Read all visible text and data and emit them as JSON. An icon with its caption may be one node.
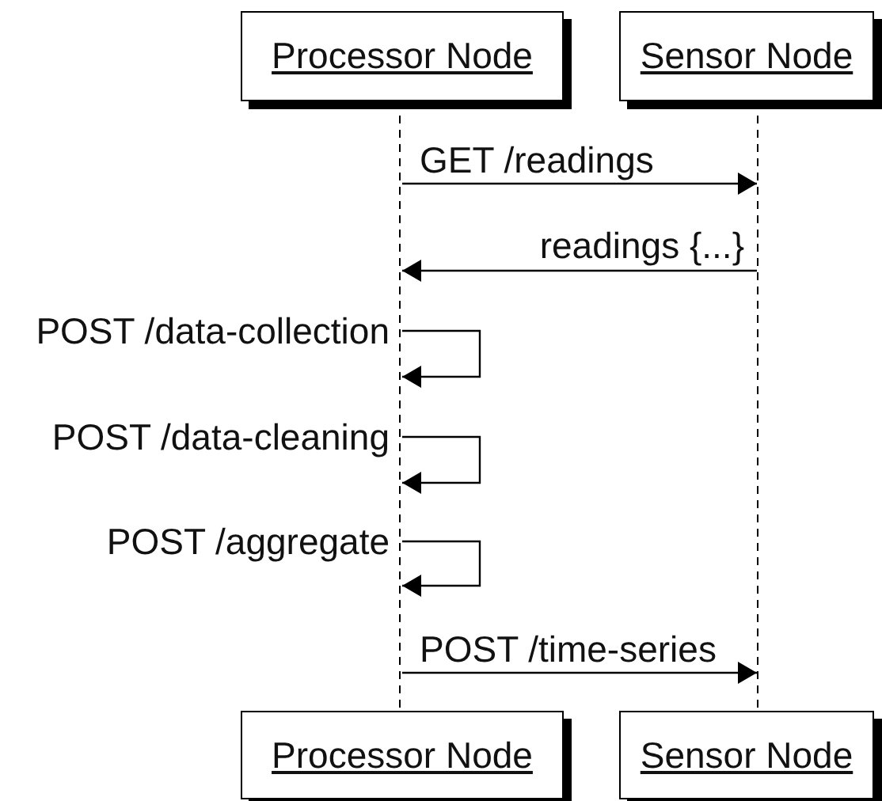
{
  "diagram": {
    "nodes": [
      {
        "text": [
          "Processor Node"
        ]
      },
      {
        "text": [
          "Sensor Node"
        ]
      },
      {
        "text": [],
        "shape": "line"
      },
      {
        "text": [],
        "shape": "line"
      },
      {
        "text": [
          "Processor Node"
        ]
      },
      {
        "text": [
          "Sensor Node"
        ]
      }
    ],
    "edges": [
      {
        "from": 2,
        "to": 3,
        "arrow": "to",
        "label": "GET /readings"
      },
      {
        "from": 3,
        "to": 2,
        "arrow": "to",
        "label": "readings {...}"
      },
      {
        "from": 2,
        "to": 2,
        "arrow": "to",
        "label": "POST /data-collection"
      },
      {
        "from": 2,
        "to": 2,
        "arrow": "to",
        "label": "POST /data-cleaning"
      },
      {
        "from": 2,
        "to": 2,
        "arrow": "to",
        "label": "POST /aggregate"
      },
      {
        "from": 2,
        "to": 3,
        "arrow": "to",
        "label": "POST /time-series"
      }
    ]
  }
}
